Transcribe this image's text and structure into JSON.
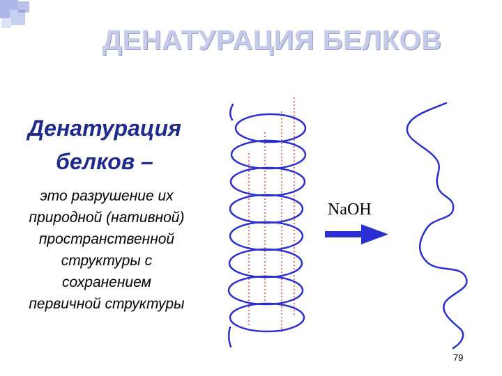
{
  "slide": {
    "title": "ДЕНАТУРАЦИЯ БЕЛКОВ",
    "term": "Денатурация",
    "term_second_line": "белков",
    "term_dash": "–",
    "definition_lines": [
      "это разрушение их",
      "природной (нативной)",
      "пространственной",
      "структуры с",
      "сохранением",
      "первичной структуры"
    ],
    "reagent": "NaOH",
    "page_number": "79"
  },
  "colors": {
    "helix": "#2a2fd4",
    "hydrogen_bonds": "#e03a3a",
    "arrow": "#2a2fd4",
    "title": "#c5cbe8",
    "term": "#1f2a8f"
  }
}
